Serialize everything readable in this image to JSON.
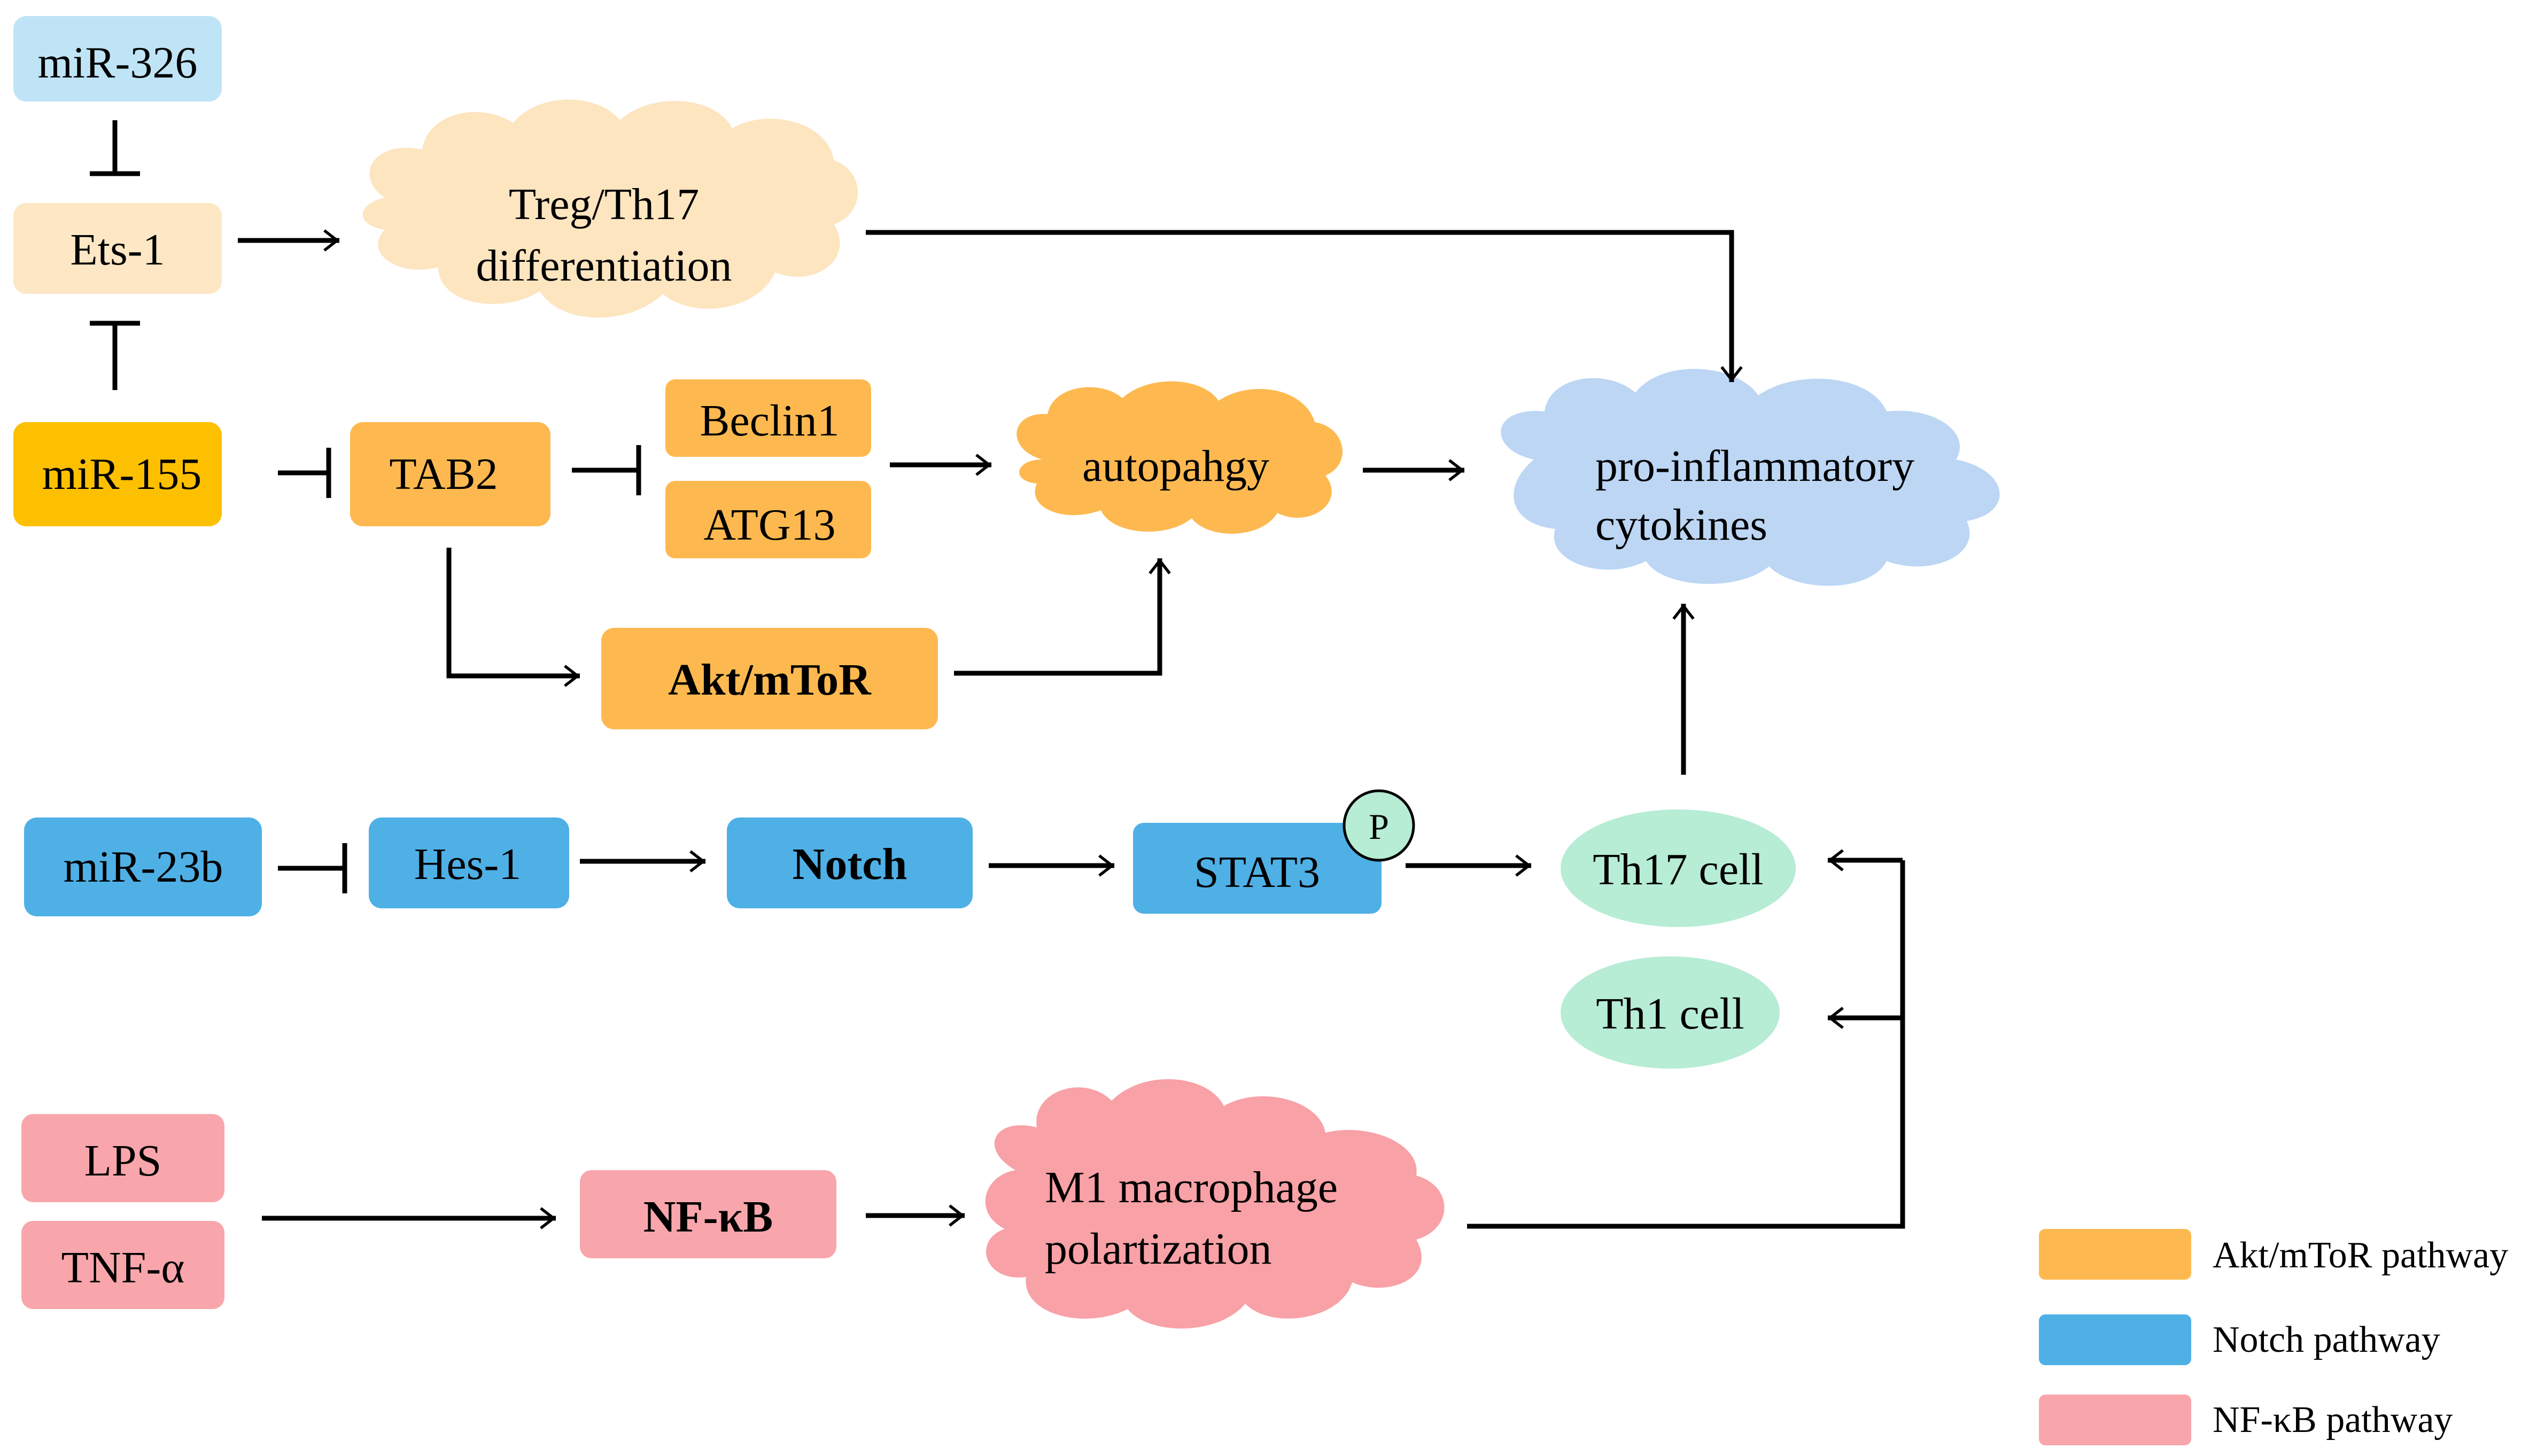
{
  "colors": {
    "mir326_fill": "#bfe4f6",
    "ets1_fill": "#fde7c4",
    "mir155_fill": "#fdc000",
    "akt_fill": "#fdb950",
    "notch_fill": "#4fb0e6",
    "nfkb_fill": "#f8a6ab",
    "treg_cloud": "#fde5c0",
    "autophagy_cloud": "#fdb950",
    "cytokines_cloud": "#bcd6f4",
    "m1_cloud": "#f8a1a6",
    "th_cell": "#b7ecd5",
    "phospho": "#b7ecd5",
    "legend_akt": "#fdb950",
    "legend_notch": "#4fb0e6",
    "legend_nfkb": "#f8a6ab"
  },
  "nodes": {
    "mir326": "miR-326",
    "ets1": "Ets-1",
    "mir155": "miR-155",
    "tab2": "TAB2",
    "beclin1": "Beclin1",
    "atg13": "ATG13",
    "akt_mtor": "Akt/mToR",
    "treg_th17_line1": "Treg/Th17",
    "treg_th17_line2": "differentiation",
    "autophagy": "autopahgy",
    "cytokines_line1": "pro-inflammatory",
    "cytokines_line2": "cytokines",
    "mir23b": "miR-23b",
    "hes1": "Hes-1",
    "notch": "Notch",
    "stat3": "STAT3",
    "phospho": "P",
    "th17_cell": "Th17 cell",
    "th1_cell": "Th1 cell",
    "lps": "LPS",
    "tnf_alpha": "TNF-α",
    "nfkb": "NF-κB",
    "m1_line1": "M1 macrophage",
    "m1_line2": "polartization"
  },
  "legend": [
    {
      "label": "Akt/mToR pathway",
      "color": "#fdb950"
    },
    {
      "label": "Notch pathway",
      "color": "#4fb0e6"
    },
    {
      "label": "NF-κB pathway",
      "color": "#f8a6ab"
    }
  ]
}
